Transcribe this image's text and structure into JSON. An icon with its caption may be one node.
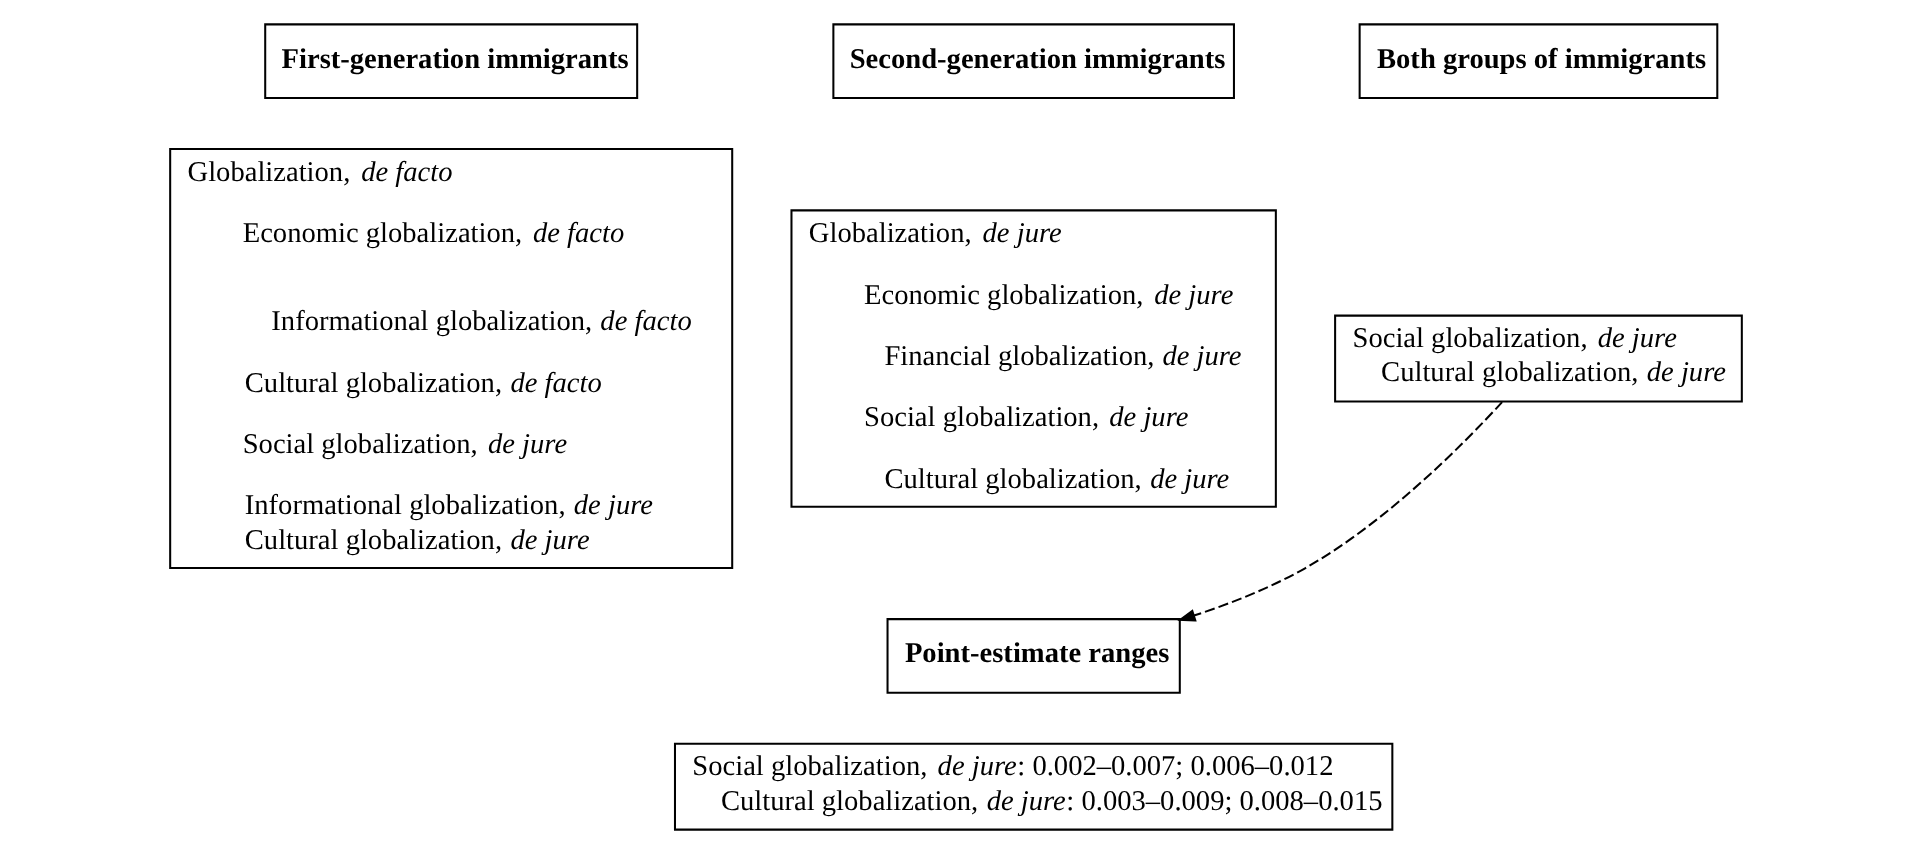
{
  "diagram": {
    "nodes": [
      {
        "text": [
          "First-generation immigrants"
        ]
      },
      {
        "text": [
          "Second-generation immigrants"
        ]
      },
      {
        "text": [
          "Both groups of immigrants"
        ]
      },
      {
        "text": [
          "Globalization, *de facto*",
          "Economic globalization, *de facto*",
          "Informational globalization, *de facto*",
          "Cultural globalization, *de facto*",
          "Social globalization, *de jure*",
          "Informational globalization, *de jure*",
          "Cultural globalization, *de jure*"
        ]
      },
      {
        "text": [
          "Globalization, *de jure*",
          "Economic globalization, *de jure*",
          "Financial globalization, *de jure*",
          "Social globalization, *de jure*",
          "Cultural globalization, *de jure*"
        ]
      },
      {
        "text": [
          "Social globalization, *de jure*",
          "Cultural globalization, *de jure*"
        ]
      },
      {
        "text": [
          "Point-estimate ranges"
        ]
      },
      {
        "text": [
          "Social globalization, *de jure*: 0.002–0.007; 0.006–0.012",
          "Cultural globalization, *de jure*: 0.003–0.009; 0.008–0.015"
        ]
      }
    ],
    "edges": [
      {
        "from": 5,
        "to": 6,
        "arrow": "to",
        "style": "dashed"
      }
    ]
  }
}
